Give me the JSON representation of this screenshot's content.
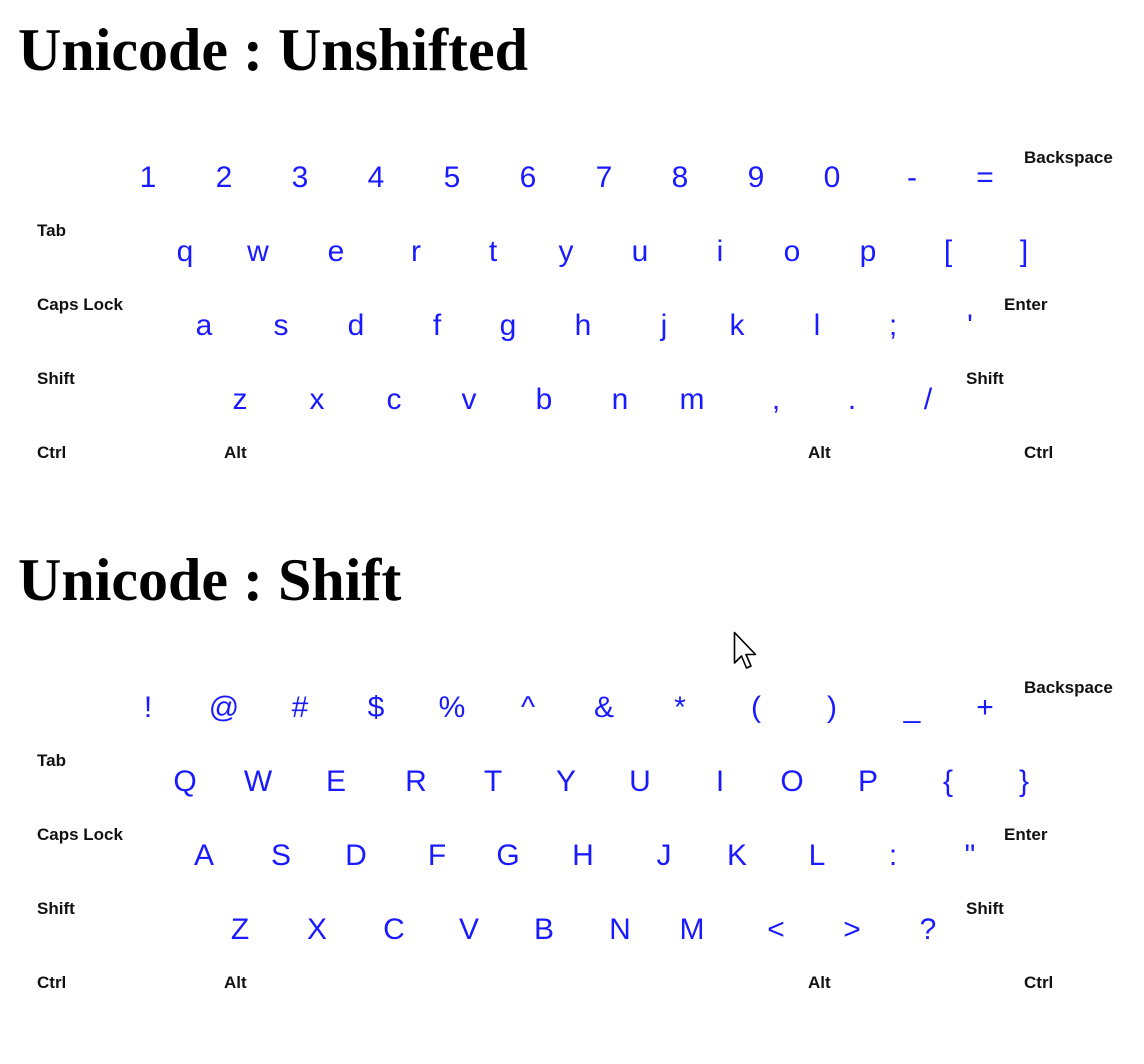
{
  "colors": {
    "key_text": "#1a1aff",
    "label_text": "#111111",
    "title_text": "#000000",
    "background": "#ffffff"
  },
  "sections": [
    {
      "title": "Unicode : Unshifted",
      "rows": [
        [
          "1",
          "2",
          "3",
          "4",
          "5",
          "6",
          "7",
          "8",
          "9",
          "0",
          "-",
          "="
        ],
        [
          "q",
          "w",
          "e",
          "r",
          "t",
          "y",
          "u",
          "i",
          "o",
          "p",
          "[",
          "]"
        ],
        [
          "a",
          "s",
          "d",
          "f",
          "g",
          "h",
          "j",
          "k",
          "l",
          ";",
          "'"
        ],
        [
          "z",
          "x",
          "c",
          "v",
          "b",
          "n",
          "m",
          ",",
          ".",
          "/"
        ]
      ],
      "modifiers": {
        "backspace": "Backspace",
        "tab": "Tab",
        "caps_lock": "Caps Lock",
        "enter": "Enter",
        "shift_left": "Shift",
        "shift_right": "Shift",
        "ctrl_left": "Ctrl",
        "alt_left": "Alt",
        "alt_right": "Alt",
        "ctrl_right": "Ctrl"
      }
    },
    {
      "title": "Unicode : Shift",
      "rows": [
        [
          "!",
          "@",
          "#",
          "$",
          "%",
          "^",
          "&",
          "*",
          "(",
          ")",
          "_",
          "+"
        ],
        [
          "Q",
          "W",
          "E",
          "R",
          "T",
          "Y",
          "U",
          "I",
          "O",
          "P",
          "{",
          "}"
        ],
        [
          "A",
          "S",
          "D",
          "F",
          "G",
          "H",
          "J",
          "K",
          "L",
          ":",
          "\""
        ],
        [
          "Z",
          "X",
          "C",
          "V",
          "B",
          "N",
          "M",
          "<",
          ">",
          "?"
        ]
      ],
      "modifiers": {
        "backspace": "Backspace",
        "tab": "Tab",
        "caps_lock": "Caps Lock",
        "enter": "Enter",
        "shift_left": "Shift",
        "shift_right": "Shift",
        "ctrl_left": "Ctrl",
        "alt_left": "Alt",
        "alt_right": "Alt",
        "ctrl_right": "Ctrl"
      }
    }
  ],
  "pointer": {
    "icon": "mouse-pointer-icon"
  }
}
